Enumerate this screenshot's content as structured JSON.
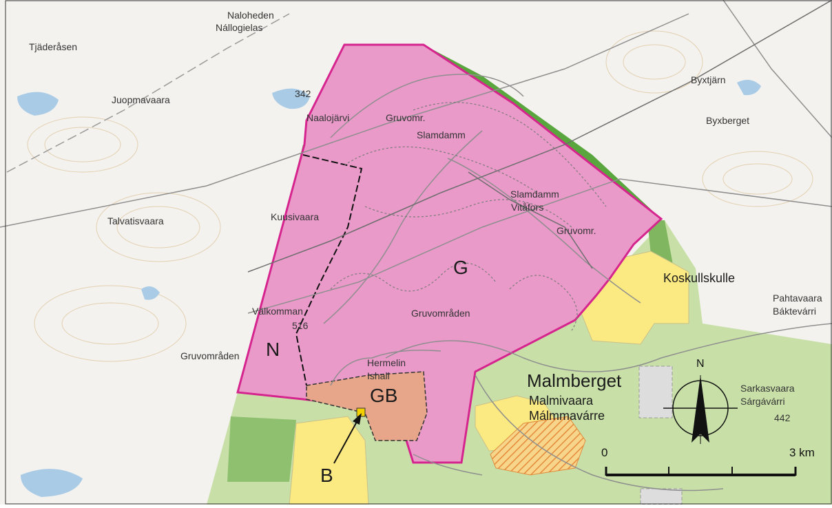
{
  "colors": {
    "background": "#f3f2ee",
    "water": "#a9cbe6",
    "mining_area": "#e99ac9",
    "mining_border": "#d6248e",
    "nature_green": "#5aa63e",
    "light_green": "#c8e0a8",
    "residential": "#fbe982",
    "town_center": "#e7a58a",
    "industry_grey": "#dddddd",
    "roads": "#8e8e8e"
  },
  "place_labels": [
    {
      "id": "naloheden",
      "text": "Naloheden"
    },
    {
      "id": "nallogielas",
      "text": "Nállogielas"
    },
    {
      "id": "tjaderasen",
      "text": "Tjäderåsen"
    },
    {
      "id": "juopmavaara",
      "text": "Juopmavaara"
    },
    {
      "id": "elev-342",
      "text": "342"
    },
    {
      "id": "naalojarvi",
      "text": "Naalojärvi"
    },
    {
      "id": "gruvomr-1",
      "text": "Gruvomr."
    },
    {
      "id": "slamdamm-1",
      "text": "Slamdamm"
    },
    {
      "id": "byxtjarn",
      "text": "Byxtjärn"
    },
    {
      "id": "byxberget",
      "text": "Byxberget"
    },
    {
      "id": "slamdamm-2",
      "text": "Slamdamm"
    },
    {
      "id": "vitafors",
      "text": "Vitåfors"
    },
    {
      "id": "gruvomr-2",
      "text": "Gruvomr."
    },
    {
      "id": "kuusivaara",
      "text": "Kuusivaara"
    },
    {
      "id": "talvatisvaara",
      "text": "Talvatisvaara"
    },
    {
      "id": "valkomman",
      "text": "Välkomman"
    },
    {
      "id": "elev-516",
      "text": "516"
    },
    {
      "id": "gruvomraden-1",
      "text": "Gruvområden"
    },
    {
      "id": "gruvomraden-2",
      "text": "Gruvområden"
    },
    {
      "id": "hermelin",
      "text": "Hermelin"
    },
    {
      "id": "ishall",
      "text": "Ishall"
    },
    {
      "id": "pahtavaara",
      "text": "Pahtavaara"
    },
    {
      "id": "baktevarri",
      "text": "Báktevárri"
    },
    {
      "id": "sarkasvaara",
      "text": "Sarkasvaara"
    },
    {
      "id": "sargavarri",
      "text": "Sárgávárri"
    },
    {
      "id": "elev-442",
      "text": "442"
    }
  ],
  "zone_labels": {
    "g": "G",
    "n": "N",
    "gb": "GB",
    "b": "B"
  },
  "town_labels": {
    "koskullskulle": "Koskullskulle",
    "malmberget": "Malmberget",
    "malmivaara": "Malmivaara",
    "malmmavarre": "Málmmavárre"
  },
  "compass": {
    "north_label": "N"
  },
  "scale_bar": {
    "start_label": "0",
    "end_label": "3 km",
    "divisions": 3
  }
}
